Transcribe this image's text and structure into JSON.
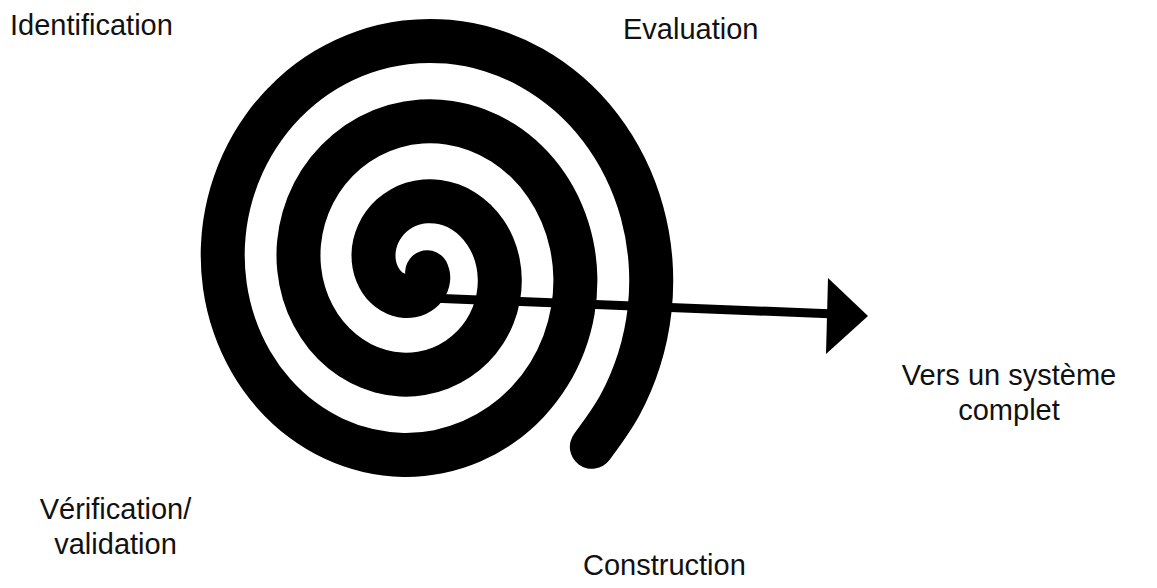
{
  "diagram": {
    "labels": [
      "Identification",
      "Evaluation",
      "Vérification/ validation",
      "Construction",
      "Vers un système complet"
    ]
  }
}
